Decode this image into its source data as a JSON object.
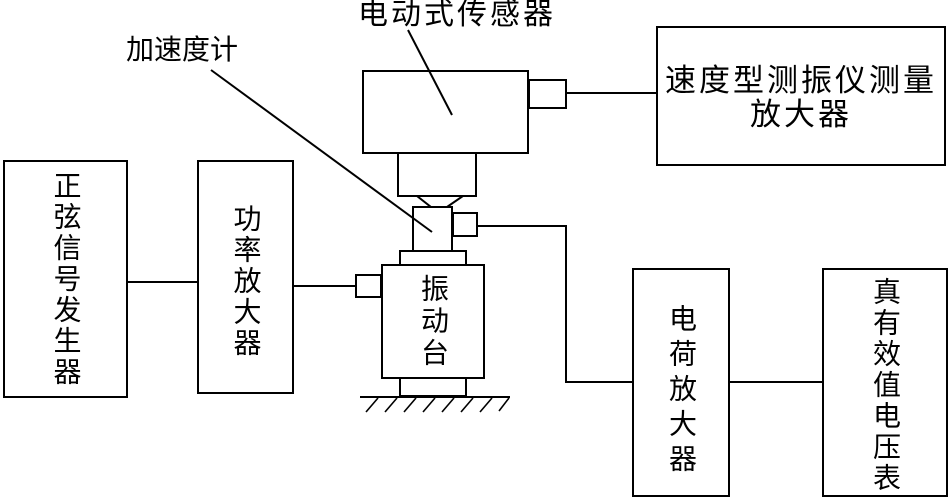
{
  "labels": {
    "accelerometer": "加速度计",
    "electrodynamic_sensor": "电动式传感器",
    "signal_generator": "正弦信号发生器",
    "power_amplifier": "功率放大器",
    "shaker": "振动台",
    "velocity_amplifier_line1": "速度型测振仪测量",
    "velocity_amplifier_line2": "放大器",
    "charge_amplifier": "电荷放大器",
    "rms_voltmeter": "真有效值电压表"
  }
}
